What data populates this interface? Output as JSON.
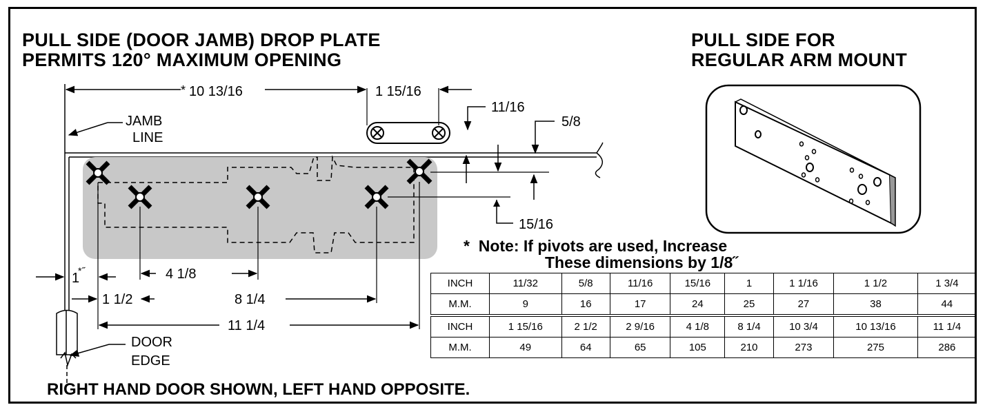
{
  "titles": {
    "left_line1": "PULL SIDE (DOOR JAMB) DROP PLATE",
    "left_line2": "PERMITS 120° MAXIMUM OPENING",
    "right_line1": "PULL SIDE FOR",
    "right_line2": "REGULAR ARM MOUNT"
  },
  "labels": {
    "jamb_line_1": "JAMB",
    "jamb_line_2": "LINE",
    "door_edge_1": "DOOR",
    "door_edge_2": "EDGE"
  },
  "dimensions": {
    "d_10_13_16": "10 13/16",
    "d_10_13_16_star": "*",
    "d_1_15_16": "1 15/16",
    "d_11_16": "11/16",
    "d_5_8": "5/8",
    "d_15_16": "15/16",
    "d_1": "1",
    "d_1_mark": "*˝",
    "d_4_1_8": "4 1/8",
    "d_1_1_2": "1 1/2",
    "d_8_1_4": "8 1/4",
    "d_11_1_4": "11 1/4"
  },
  "note": {
    "star": "*",
    "line1": "Note: If pivots are used, Increase",
    "line2": "These dimensions by 1/8˝"
  },
  "conversion_table": {
    "rows": [
      [
        "INCH",
        "11/32",
        "5/8",
        "11/16",
        "15/16",
        "1",
        "1 1/16",
        "1 1/2",
        "1 3/4"
      ],
      [
        "M.M.",
        "9",
        "16",
        "17",
        "24",
        "25",
        "27",
        "38",
        "44"
      ],
      [
        "INCH",
        "1 15/16",
        "2 1/2",
        "2 9/16",
        "4 1/8",
        "8 1/4",
        "10 3/4",
        "10 13/16",
        "11 1/4"
      ],
      [
        "M.M.",
        "49",
        "64",
        "65",
        "105",
        "210",
        "273",
        "275",
        "286"
      ]
    ]
  },
  "footer": "RIGHT HAND DOOR SHOWN, LEFT HAND OPPOSITE.",
  "colors": {
    "plate_fill": "#c8c8c8",
    "line": "#000000"
  }
}
